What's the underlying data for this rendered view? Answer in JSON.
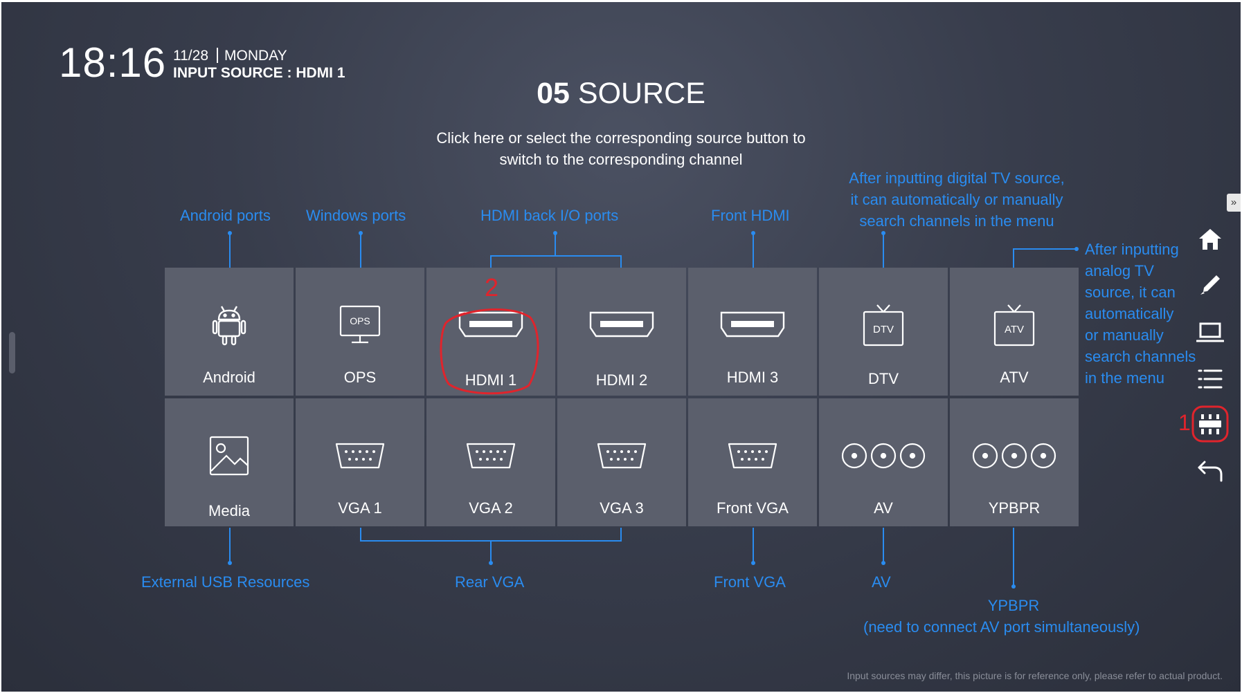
{
  "status": {
    "time": "18:16",
    "date": "11/28",
    "weekday": "MONDAY",
    "input_source": "INPUT SOURCE : HDMI 1"
  },
  "title": {
    "number": "05",
    "text": "SOURCE"
  },
  "subtitle": "Click here or select the corresponding source button to switch to the corresponding channel",
  "sources_row1": [
    {
      "label": "Android",
      "icon": "android-icon"
    },
    {
      "label": "OPS",
      "icon": "ops-monitor-icon",
      "icon_text": "OPS"
    },
    {
      "label": "HDMI 1",
      "icon": "hdmi-port-icon",
      "selected": true
    },
    {
      "label": "HDMI 2",
      "icon": "hdmi-port-icon"
    },
    {
      "label": "HDMI 3",
      "icon": "hdmi-port-icon"
    },
    {
      "label": "DTV",
      "icon": "tv-icon",
      "icon_text": "DTV"
    },
    {
      "label": "ATV",
      "icon": "tv-icon",
      "icon_text": "ATV"
    }
  ],
  "sources_row2": [
    {
      "label": "Media",
      "icon": "image-icon"
    },
    {
      "label": "VGA 1",
      "icon": "vga-port-icon"
    },
    {
      "label": "VGA 2",
      "icon": "vga-port-icon"
    },
    {
      "label": "VGA 3",
      "icon": "vga-port-icon"
    },
    {
      "label": "Front VGA",
      "icon": "vga-port-icon"
    },
    {
      "label": "AV",
      "icon": "av-ports-icon"
    },
    {
      "label": "YPBPR",
      "icon": "av-ports-icon"
    }
  ],
  "annotations": {
    "android_ports": "Android ports",
    "windows_ports": "Windows ports",
    "hdmi_back": "HDMI back I/O ports",
    "front_hdmi": "Front HDMI",
    "dtv_note": [
      "After inputting digital TV source,",
      "it can automatically or manually",
      "search channels in the menu"
    ],
    "atv_note": [
      "After inputting",
      "analog TV",
      "source, it can",
      "automatically",
      "or manually",
      "search channels",
      "in the menu"
    ],
    "external_usb": "External USB Resources",
    "rear_vga": "Rear VGA",
    "front_vga": "Front VGA",
    "av": "AV",
    "ypbpr": "YPBPR",
    "ypbpr_note": "(need to connect AV port simultaneously)"
  },
  "markers": {
    "step1": "1",
    "step2": "2"
  },
  "sidebar": [
    "home-icon",
    "pen-icon",
    "laptop-icon",
    "menu-icon",
    "source-icon",
    "back-icon"
  ],
  "collapse_tab": "»",
  "disclaimer": "Input sources may differ, this picture is for reference only, please refer to actual product.",
  "colors": {
    "accent": "#2a8cf0",
    "cell": "#5b5f6c",
    "marker": "#e0242c",
    "background": "#383d4c"
  }
}
